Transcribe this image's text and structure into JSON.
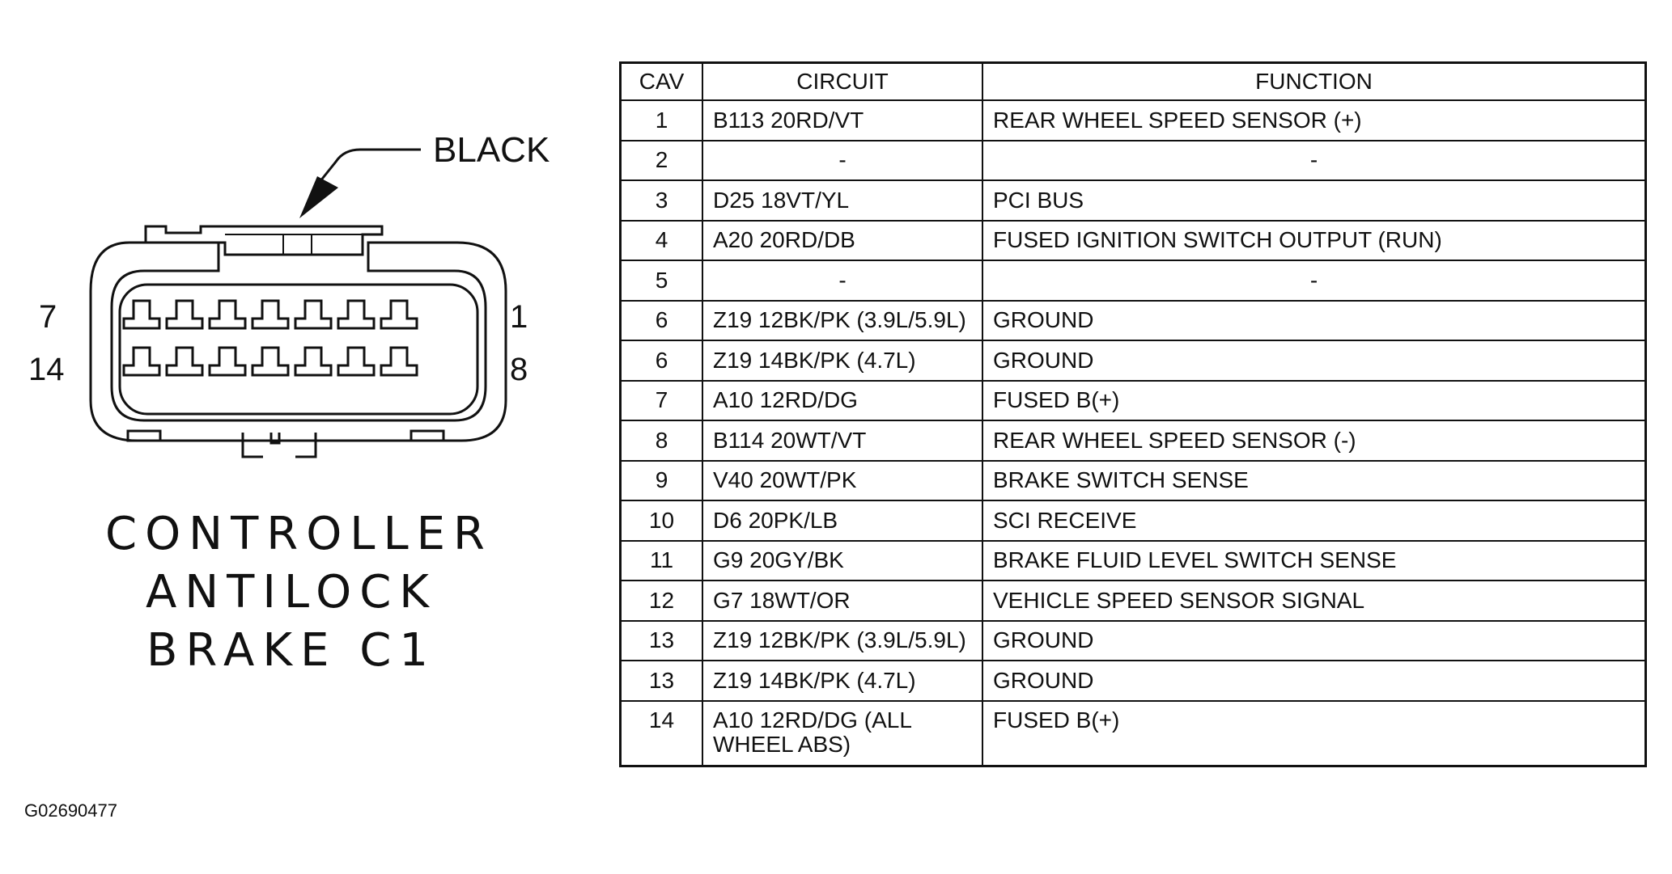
{
  "connector": {
    "color_label": "BLACK",
    "pin_labels": {
      "top_left": "7",
      "top_right": "1",
      "bottom_left": "14",
      "bottom_right": "8"
    },
    "title_lines": [
      "CONTROLLER",
      "ANTILOCK",
      "BRAKE C1"
    ]
  },
  "figure_id": "G02690477",
  "table": {
    "headers": {
      "cav": "CAV",
      "circuit": "CIRCUIT",
      "function": "FUNCTION"
    },
    "rows": [
      {
        "cav": "1",
        "circuit": "B113 20RD/VT",
        "function": "REAR WHEEL SPEED SENSOR (+)"
      },
      {
        "cav": "2",
        "circuit": "-",
        "function": "-"
      },
      {
        "cav": "3",
        "circuit": "D25 18VT/YL",
        "function": "PCI BUS"
      },
      {
        "cav": "4",
        "circuit": "A20 20RD/DB",
        "function": "FUSED IGNITION SWITCH OUTPUT (RUN)"
      },
      {
        "cav": "5",
        "circuit": "-",
        "function": "-"
      },
      {
        "cav": "6",
        "circuit": "Z19 12BK/PK (3.9L/5.9L)",
        "function": "GROUND"
      },
      {
        "cav": "6",
        "circuit": "Z19 14BK/PK (4.7L)",
        "function": "GROUND"
      },
      {
        "cav": "7",
        "circuit": "A10 12RD/DG",
        "function": "FUSED B(+)"
      },
      {
        "cav": "8",
        "circuit": "B114 20WT/VT",
        "function": "REAR WHEEL SPEED SENSOR (-)"
      },
      {
        "cav": "9",
        "circuit": "V40 20WT/PK",
        "function": "BRAKE SWITCH SENSE"
      },
      {
        "cav": "10",
        "circuit": "D6 20PK/LB",
        "function": "SCI RECEIVE"
      },
      {
        "cav": "11",
        "circuit": "G9 20GY/BK",
        "function": "BRAKE FLUID LEVEL SWITCH SENSE"
      },
      {
        "cav": "12",
        "circuit": "G7 18WT/OR",
        "function": "VEHICLE SPEED SENSOR SIGNAL"
      },
      {
        "cav": "13",
        "circuit": "Z19 12BK/PK (3.9L/5.9L)",
        "function": "GROUND"
      },
      {
        "cav": "13",
        "circuit": "Z19 14BK/PK (4.7L)",
        "function": "GROUND"
      },
      {
        "cav": "14",
        "circuit": "A10 12RD/DG (ALL WHEEL ABS)",
        "function": "FUSED B(+)"
      }
    ]
  }
}
